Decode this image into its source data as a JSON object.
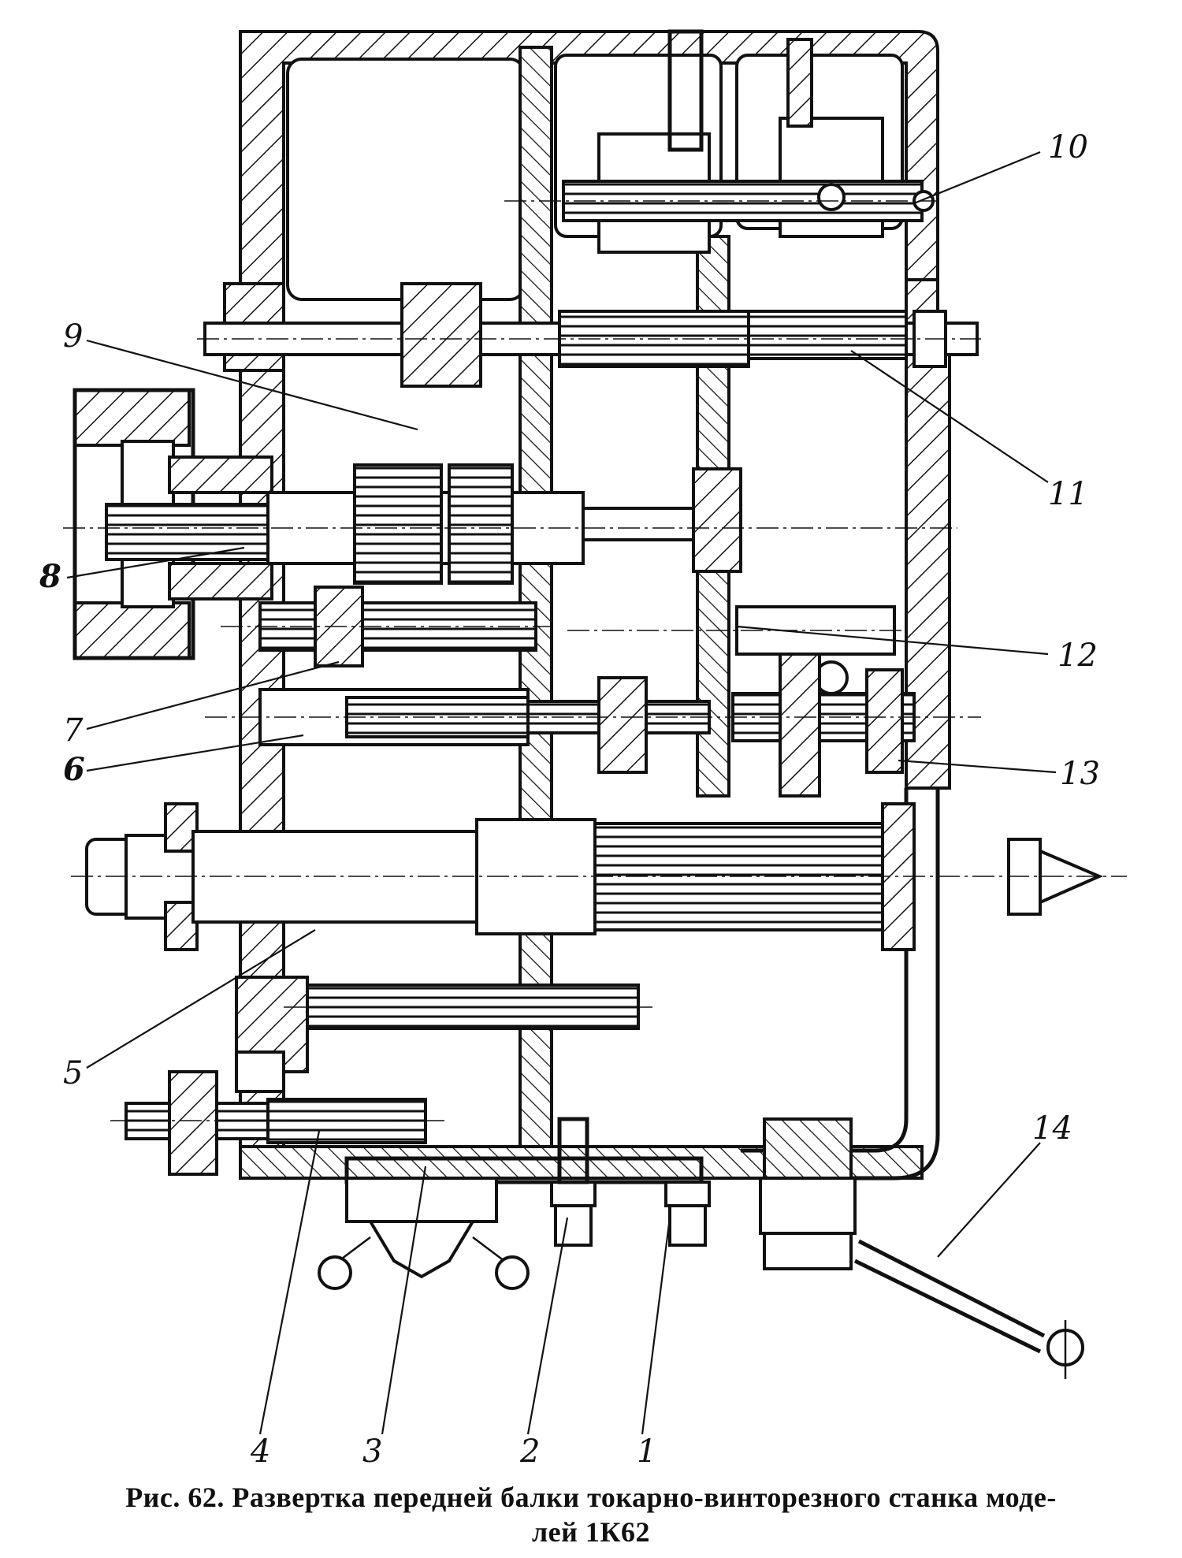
{
  "figure": {
    "caption_line1": "Рис. 62. Развертка  передней  балки  токарно-винторезного  станка  моде-",
    "caption_line2": "лей 1К62"
  },
  "callouts": [
    {
      "id": "1",
      "text": "1"
    },
    {
      "id": "2",
      "text": "2"
    },
    {
      "id": "3",
      "text": "3"
    },
    {
      "id": "4",
      "text": "4"
    },
    {
      "id": "5",
      "text": "5"
    },
    {
      "id": "6",
      "text": "6"
    },
    {
      "id": "7",
      "text": "7"
    },
    {
      "id": "8",
      "text": "8"
    },
    {
      "id": "9",
      "text": "9"
    },
    {
      "id": "10",
      "text": "10"
    },
    {
      "id": "11",
      "text": "11"
    },
    {
      "id": "12",
      "text": "12"
    },
    {
      "id": "13",
      "text": "13"
    },
    {
      "id": "14",
      "text": "14"
    }
  ],
  "colors": {
    "ink": "#111111",
    "paper": "#ffffff"
  }
}
